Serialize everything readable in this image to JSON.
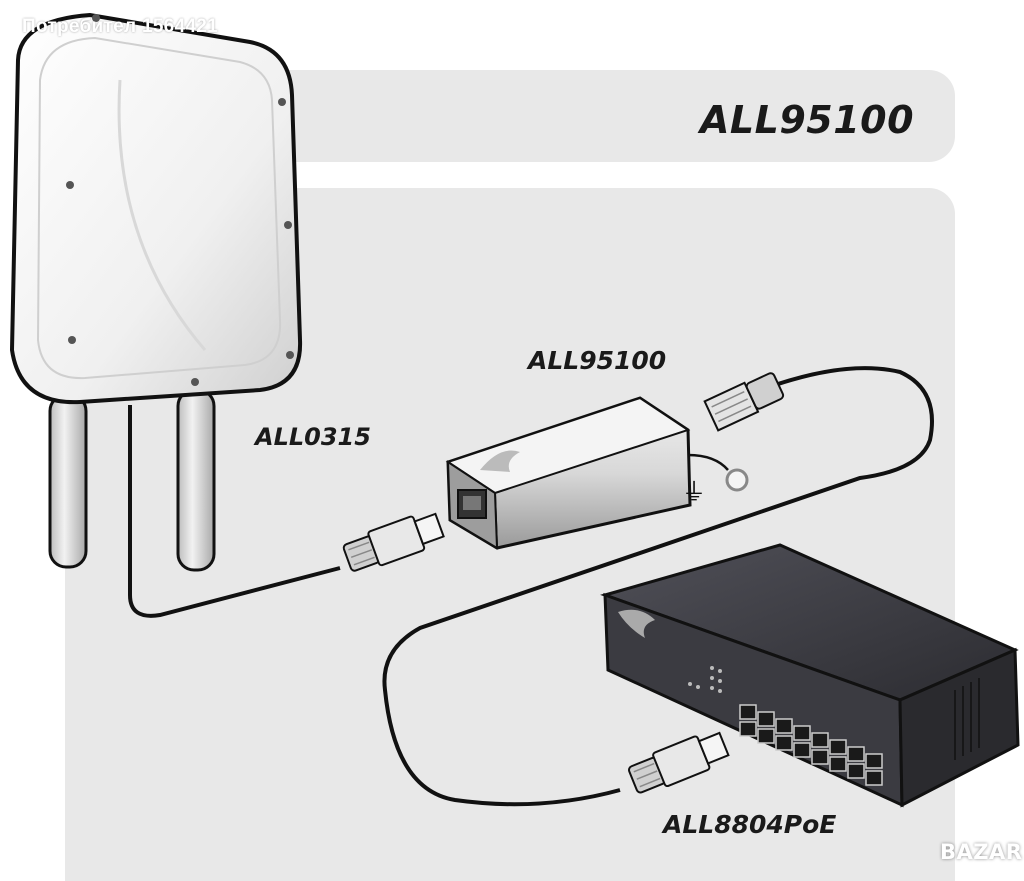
{
  "labels": {
    "title": "ALL95100",
    "access_point": "ALL0315",
    "injector": "ALL95100",
    "switch": "ALL8804PoE"
  },
  "watermark": "Потребител 1564421",
  "brand": "BAZAR",
  "ground_symbol": "⏚"
}
